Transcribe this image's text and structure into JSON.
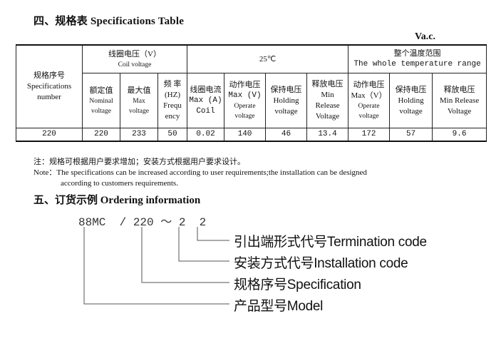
{
  "section4": {
    "title": "四、规格表 Specifications Table",
    "unit": "Va.c."
  },
  "table": {
    "spec_no_cn": "规格序号",
    "spec_no_en": "Specifications number",
    "coil_voltage_cn": "线圈电压（V）",
    "coil_voltage_en": "Coil voltage",
    "at25": "25℃",
    "whole_range_cn": "整个温度范围",
    "whole_range_en": "The whole temperature range",
    "rated_cn": "额定值",
    "rated_en1": "Nominal",
    "rated_en2": "voltage",
    "max_cn": "最大值",
    "max_en1": "Max",
    "max_en2": "voltage",
    "freq_cn1": "频 率",
    "freq_cn2": "(HZ)",
    "freq_en1": "Frequ",
    "freq_en2": "ency",
    "coil_current_cn": "线圈电流",
    "coil_current_en1": "Max (A)",
    "coil_current_en2": "Coil",
    "operate_cn": "动作电压",
    "operate_en1": "Max (V)",
    "operate_en2": "Operate",
    "operate_en3": "voltage",
    "holding_cn": "保持电压",
    "holding_en1": "Holding",
    "holding_en2": "voltage",
    "release_cn": "释放电压",
    "release_en1": "Min",
    "release_en2": "Release",
    "release_en3": "Voltage",
    "w_operate_cn": "动作电压",
    "w_operate_en1": "Max（V）",
    "w_operate_en2": "Operate",
    "w_operate_en3": "voltage",
    "w_holding_cn": "保持电压",
    "w_holding_en1": "Holding",
    "w_holding_en2": "voltage",
    "w_release_cn": "释放电压",
    "w_release_en1": "Min Release",
    "w_release_en2": "Voltage",
    "row": [
      "220",
      "220",
      "233",
      "50",
      "0.02",
      "140",
      "46",
      "13.4",
      "172",
      "57",
      "9.6"
    ]
  },
  "note": {
    "cn": "注：规格可根据用户要求增加；安装方式根据用户要求设计。",
    "en1": "Note：The specifications can be increased according to user requirements;the installation can be designed",
    "en2": "according to customers requirements."
  },
  "section5": {
    "title": "五、订货示例  Ordering information"
  },
  "ordering": {
    "code": "88MC  / 220 ～ 2  2",
    "labels": [
      "引出端形式代号Termination code",
      "安装方式代号Installation code",
      "规格序号Specification",
      "产品型号Model"
    ]
  }
}
